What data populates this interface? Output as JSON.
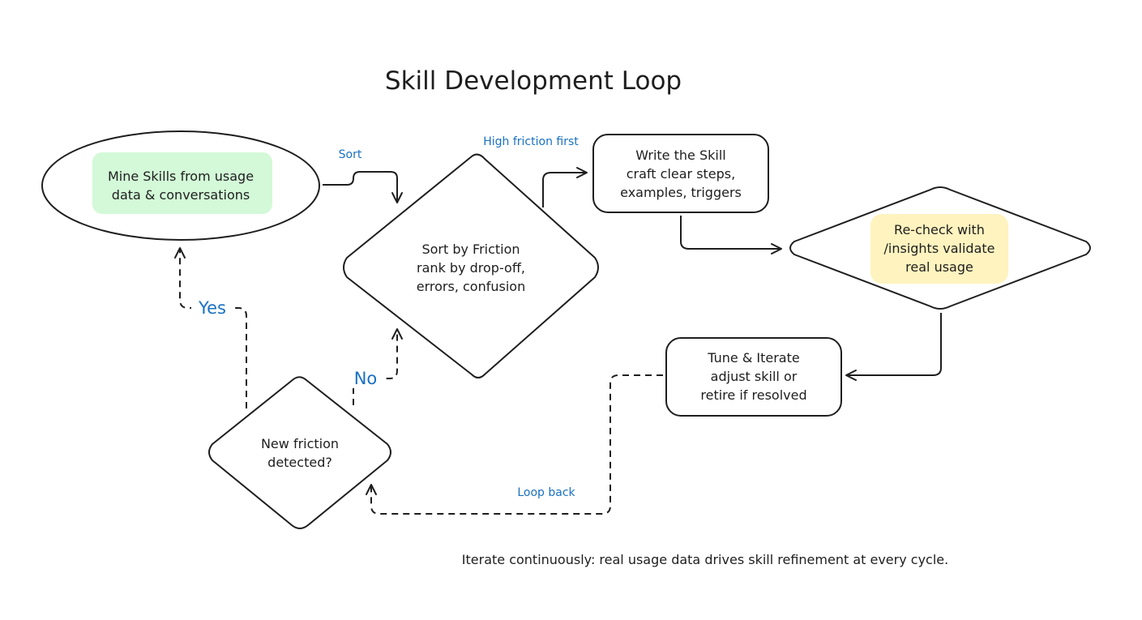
{
  "title": "Skill Development Loop",
  "colors": {
    "ink": "#1e1e1e",
    "label": "#1971c2",
    "mine_bg": "#d3f9d8",
    "recheck_bg": "#fff3bf"
  },
  "nodes": {
    "mine": {
      "line1": "Mine Skills from usage",
      "line2": "data & conversations"
    },
    "sort": {
      "line1": "Sort by Friction",
      "line2": "rank by drop-off,",
      "line3": "errors, confusion"
    },
    "write": {
      "line1": "Write the Skill",
      "line2": "craft clear steps,",
      "line3": "examples, triggers"
    },
    "recheck": {
      "line1": "Re-check with",
      "line2": "/insights validate",
      "line3": "real usage"
    },
    "tune": {
      "line1": "Tune & Iterate",
      "line2": "adjust skill or",
      "line3": "retire if resolved"
    },
    "new_friction": {
      "line1": "New friction",
      "line2": "detected?"
    }
  },
  "edge_labels": {
    "sort": "Sort",
    "high_friction": "High friction first",
    "yes": "Yes",
    "no": "No",
    "loop_back": "Loop back"
  },
  "footer": "Iterate continuously: real usage data drives skill refinement at every cycle."
}
